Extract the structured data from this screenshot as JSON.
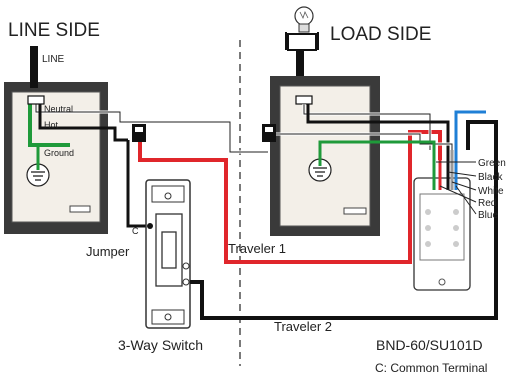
{
  "headings": {
    "line_side": "LINE SIDE",
    "load_side": "LOAD SIDE"
  },
  "line_box": {
    "line": "LINE",
    "neutral": "Neutral",
    "hot": "Hot",
    "ground": "Ground"
  },
  "switch": {
    "common_marker": "C",
    "jumper": "Jumper",
    "name": "3-Way Switch"
  },
  "travelers": {
    "t1": "Traveler 1",
    "t2": "Traveler 2"
  },
  "device_wires": [
    "Green",
    "Black",
    "White",
    "Red",
    "Blue"
  ],
  "device": {
    "model": "BND-60/SU101D"
  },
  "footnote": "C: Common Terminal",
  "colors": {
    "traveler_1": "#e0262b",
    "ground": "#1f9a3a",
    "blue": "#1f7fd6",
    "black": "#111111",
    "box_outer": "#3a3a3a",
    "box_inner": "#f3efe8"
  }
}
